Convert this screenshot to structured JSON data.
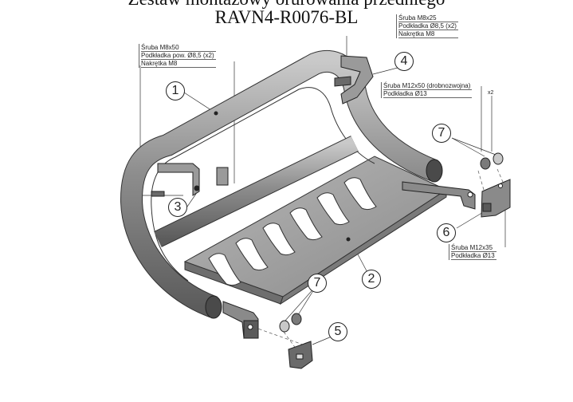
{
  "titles": {
    "top": "Zestaw montażowy orurowania przedniego",
    "main": "RAVN4-R0076-BL"
  },
  "notes": {
    "n1": [
      "Śruba M8x50",
      "Podkładka pow. Ø8,5 (x2)",
      "Nakrętka M8"
    ],
    "n4": [
      "Śruba M8x25",
      "Podkładka Ø8,5 (x2)",
      "Nakrętka M8"
    ],
    "n7": [
      "Śruba M12x50 (drobnozwojna)",
      "Podkładka Ø13"
    ],
    "n7_qty": "x2",
    "n6": [
      "Śruba M12x35",
      "Podkładka Ø13"
    ]
  },
  "balloons": [
    "1",
    "2",
    "3",
    "4",
    "5",
    "6",
    "7",
    "7"
  ]
}
